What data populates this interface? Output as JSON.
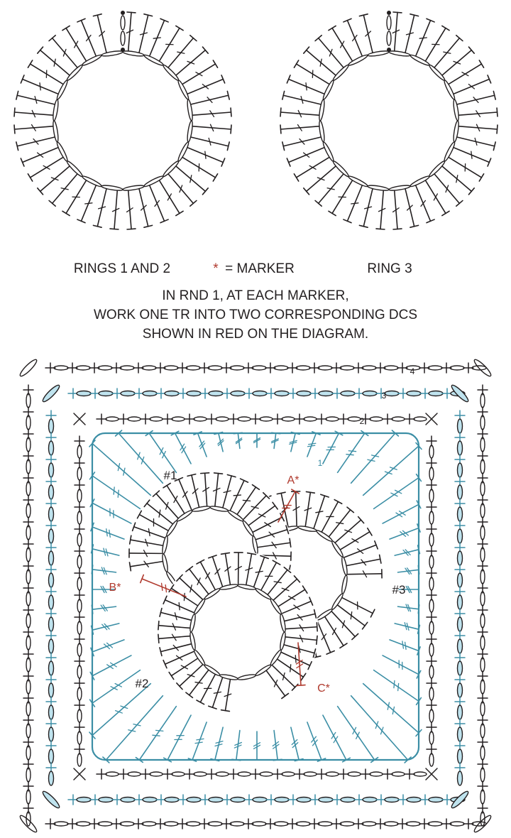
{
  "diagram": {
    "captions": {
      "rings_1_2": "RINGS 1 AND 2",
      "marker_symbol": "*",
      "marker_text": "= MARKER",
      "ring_3": "RING 3",
      "instruction_1": "IN RND 1, AT EACH MARKER,",
      "instruction_2": "WORK ONE TR INTO TWO CORRESPONDING DCS",
      "instruction_3": "SHOWN IN RED ON THE DIAGRAM."
    },
    "ring_labels": [
      "#1",
      "#2",
      "#3"
    ],
    "marker_labels": [
      "A*",
      "B*",
      "C*"
    ],
    "round_labels": [
      "1",
      "2",
      "3",
      "4"
    ],
    "colors": {
      "ink": "#231f20",
      "marker_red": "#b03a2e",
      "round_blue": "#3b8ea5",
      "chain_fill": "#bfe3ee"
    }
  }
}
